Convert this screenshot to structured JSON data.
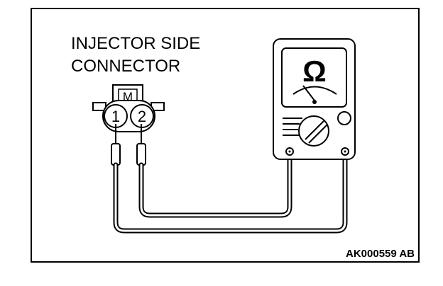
{
  "title_lines": [
    "INJECTOR SIDE",
    "CONNECTOR"
  ],
  "connector": {
    "key_letter": "M",
    "pins": [
      "1",
      "2"
    ]
  },
  "meter": {
    "symbol": "Ω",
    "icon": "ohmmeter-icon"
  },
  "figure_code": "AK000559 AB",
  "colors": {
    "ink": "#000000",
    "paper": "#ffffff"
  }
}
